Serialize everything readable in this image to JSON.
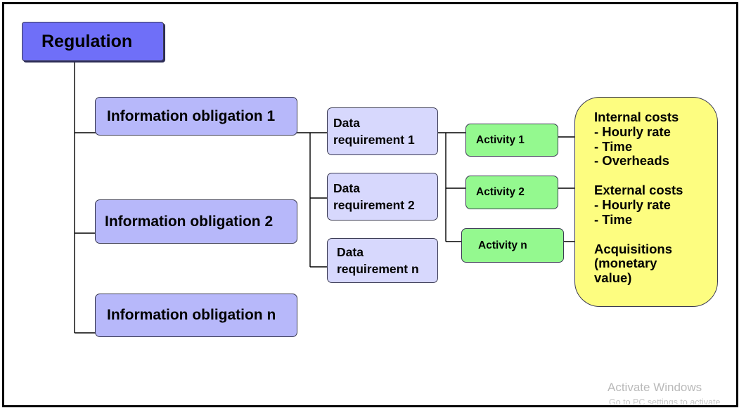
{
  "diagram": {
    "regulation": "Regulation",
    "obligations": [
      "Information obligation 1",
      "Information obligation 2",
      "Information obligation n"
    ],
    "data_requirements": [
      {
        "line1": "Data",
        "line2": "requirement 1"
      },
      {
        "line1": "Data",
        "line2": "requirement 2"
      },
      {
        "line1": "Data",
        "line2": "requirement n"
      }
    ],
    "activities": [
      "Activity 1",
      "Activity 2",
      "Activity n"
    ],
    "costs": {
      "internal_title": "Internal costs",
      "internal_items": [
        "- Hourly rate",
        "- Time",
        "- Overheads"
      ],
      "external_title": "External costs",
      "external_items": [
        "- Hourly rate",
        "- Time"
      ],
      "acquisitions_lines": [
        "Acquisitions",
        "(monetary",
        "value)"
      ]
    },
    "colors": {
      "regulation": "#6f6ff8",
      "obligation": "#b7b8fa",
      "data_requirement": "#d7d8fd",
      "activity": "#94f98f",
      "costs": "#fdfd80"
    }
  },
  "watermark": {
    "title": "Activate Windows",
    "subtitle": "Go to PC settings to activate"
  }
}
